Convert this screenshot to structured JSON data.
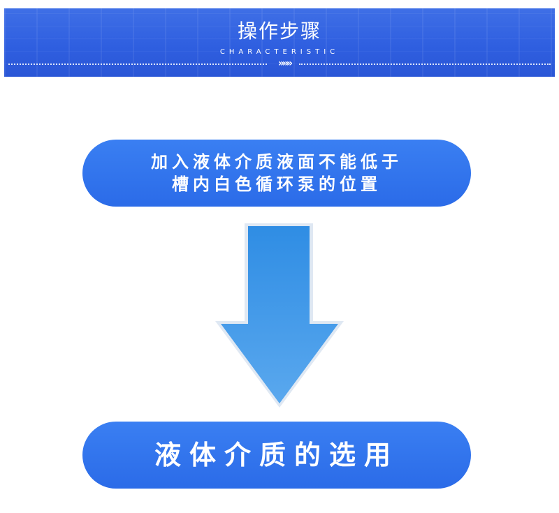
{
  "banner": {
    "title": "操作步骤",
    "subtitle": "CHARACTERISTIC",
    "chevrons": "»»»"
  },
  "steps": [
    {
      "line1": "加入液体介质液面不能低于",
      "line2": "槽内白色循环泵的位置"
    },
    {
      "line1": "液体介质的选用"
    }
  ],
  "colors": {
    "banner": "#2f5fe0",
    "pill": "#2b6be8",
    "arrow_top": "#2e8fe6",
    "arrow_bottom": "#5aa8ee"
  },
  "icons": {
    "step_arrow": "arrow-down-icon",
    "divider": "chevrons-right-icon"
  }
}
